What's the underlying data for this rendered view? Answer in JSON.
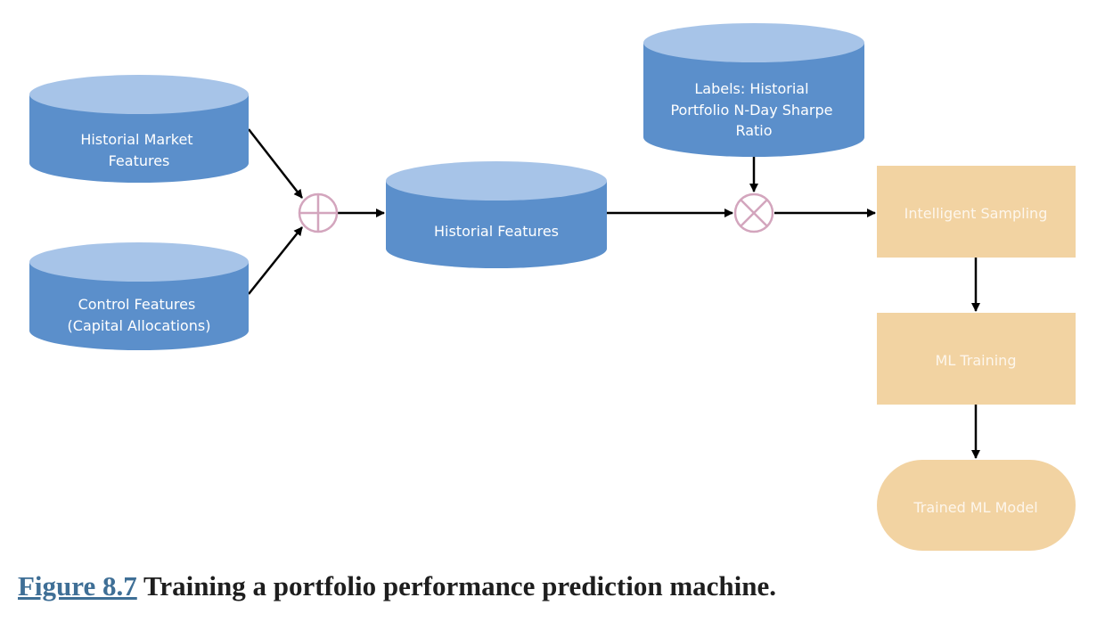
{
  "diagram": {
    "nodes": {
      "historical_market": [
        "Historial Market",
        "Features"
      ],
      "control_features": [
        "Control Features",
        "(Capital Allocations)"
      ],
      "historical_features": [
        "Historial Features"
      ],
      "labels": [
        "Labels: Historial",
        "Portfolio N-Day Sharpe",
        "Ratio"
      ],
      "intelligent_sampling": [
        "Intelligent Sampling"
      ],
      "ml_training": [
        "ML Training"
      ],
      "trained_model": [
        "Trained ML Model"
      ]
    },
    "operators": {
      "combine": "plus",
      "join": "times"
    },
    "colors": {
      "cylinder_body": "#5b8fcb",
      "cylinder_top": "#a7c4e8",
      "process_box": "#f2d3a2",
      "operator_stroke": "#d3a5bd",
      "arrow": "#000000"
    }
  },
  "caption": {
    "figure_ref": "Figure 8.7",
    "text": " Training a portfolio performance prediction machine."
  }
}
